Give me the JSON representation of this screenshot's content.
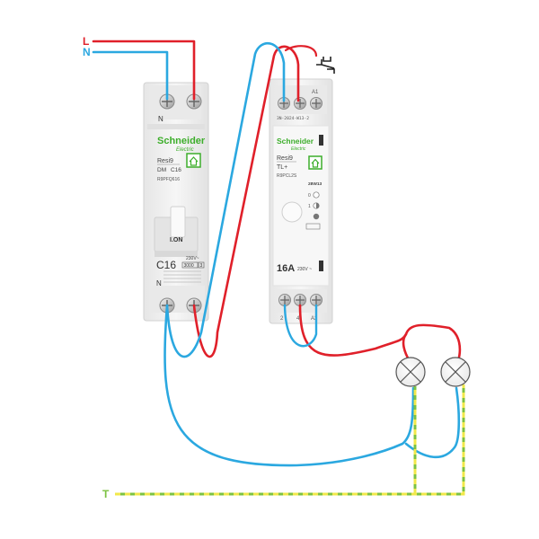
{
  "lines": {
    "live": {
      "label": "L",
      "color": "#e0202a"
    },
    "neutral": {
      "label": "N",
      "color": "#2ba8e0"
    },
    "earth": {
      "label": "T",
      "color": "#7cc242",
      "stripe": "#f1e84a"
    }
  },
  "breaker": {
    "brand": "Schneider",
    "brand_sub": "Electric",
    "series": "Resi9",
    "type": "DM",
    "rating_code": "C16",
    "reference": "R9PFQ616",
    "switch_label": "I.ON",
    "rating": "C16",
    "voltage": "230V~",
    "breaking_capacity": "3000",
    "breaking_class": "3",
    "neutral_top": "N",
    "neutral_bottom": "N",
    "home_icon": "home-icon"
  },
  "relay": {
    "brand": "Schneider",
    "brand_sub": "Electric",
    "series": "Resi9",
    "type": "TL+",
    "reference": "R9PCL2S",
    "date_code": "3N-2024-W13-2",
    "top_terminal_3": "A1",
    "week_code": "28W13",
    "mode_0": "0",
    "mode_1": "1",
    "rating": "16A",
    "voltage": "230V ~",
    "bottom_terminal_1": "2",
    "bottom_terminal_2": "4",
    "bottom_terminal_3": "A2",
    "home_icon": "home-icon"
  }
}
